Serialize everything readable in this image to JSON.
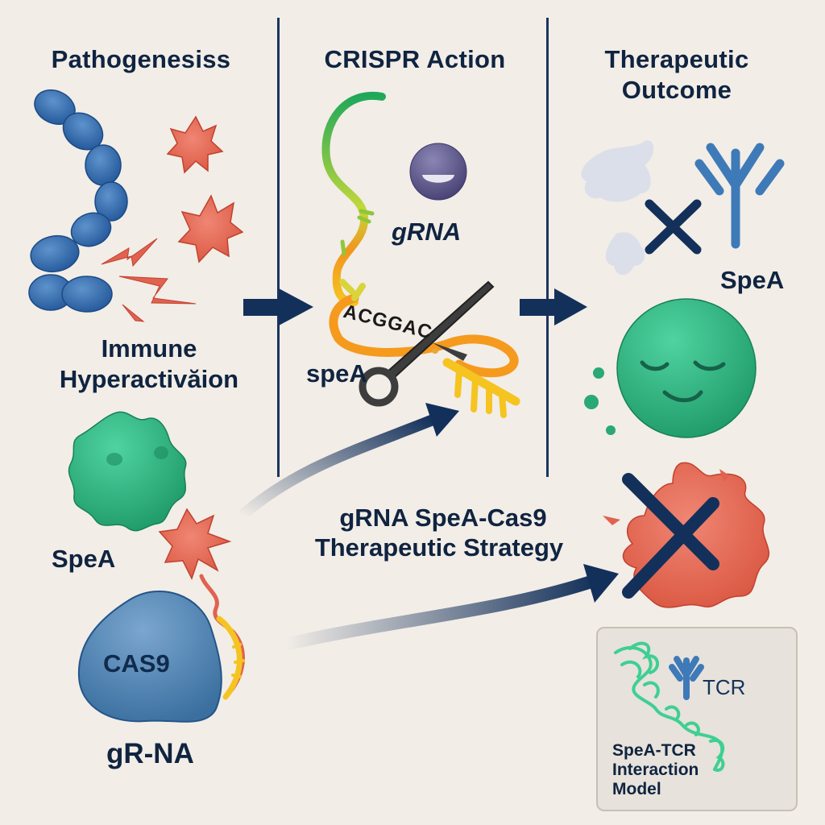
{
  "columns": {
    "pathogenesis": {
      "title": "Pathogenesiss"
    },
    "crispr": {
      "title": "CRISPR Action"
    },
    "outcome": {
      "title_line1": "Therapeutic",
      "title_line2": "Outcome"
    }
  },
  "pathogenesis": {
    "label_line1": "Immune",
    "label_line2": "Hyperactivăion",
    "toxin_label": "SpeA",
    "cas9_label": "CAS9",
    "grna_label": "gR-NA"
  },
  "crispr_action": {
    "grna_label": "gRNA",
    "sequence": "ACGGAC",
    "gene_label": "speA"
  },
  "strategy": {
    "line1": "gRNA SpeA-Cas9",
    "line2": "Therapeutic Strategy"
  },
  "outcome": {
    "antibody_label": "SpeA"
  },
  "tcr_model": {
    "tcr_label": "TCR",
    "line1": "SpeA-TCR",
    "line2": "Interaction",
    "line3": "Model"
  },
  "colors": {
    "navy": "#13305a",
    "bacteria_blue": "#2f6aa8",
    "toxin_red": "#e0624f",
    "green": "#2aa876",
    "background": "#f2ede7"
  }
}
